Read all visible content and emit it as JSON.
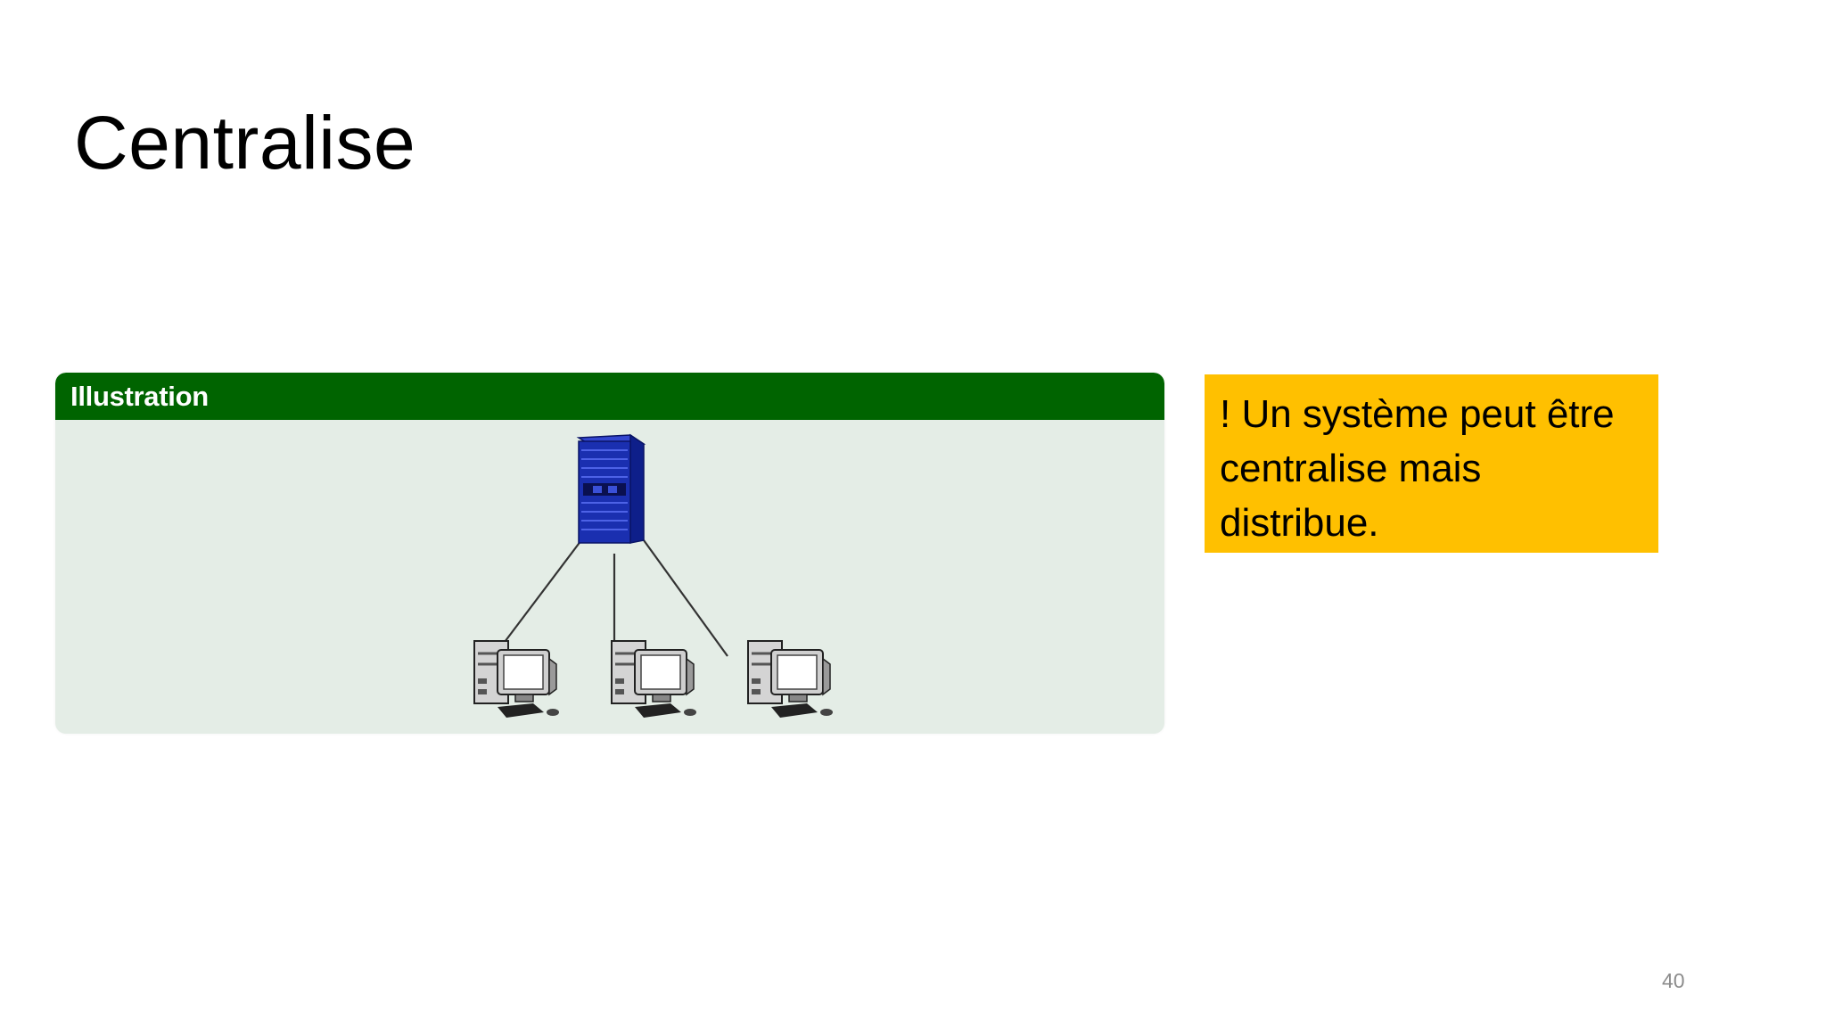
{
  "slide": {
    "title": "Centralise",
    "page_number": "40"
  },
  "illustration": {
    "header": "Illustration",
    "server_icon": "server-tower-icon",
    "client_icons": [
      "desktop-computer-icon",
      "desktop-computer-icon",
      "desktop-computer-icon"
    ],
    "header_color": "#006400",
    "panel_color": "#e4ede6",
    "server_color": "#1a2fb0"
  },
  "note": {
    "lines": [
      "! Un système peut être",
      "centralise mais",
      "distribue."
    ],
    "background": "#ffc000"
  }
}
